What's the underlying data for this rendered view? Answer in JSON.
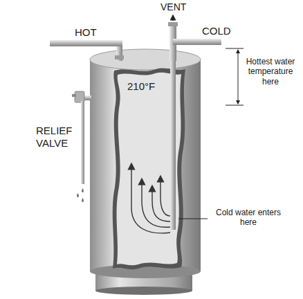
{
  "diagram": {
    "labels": [
      "VENT",
      "HOT",
      "COLD",
      "Hottest water temperature here",
      "210°F",
      "RELIEF VALVE",
      "Cold water enters here"
    ]
  }
}
